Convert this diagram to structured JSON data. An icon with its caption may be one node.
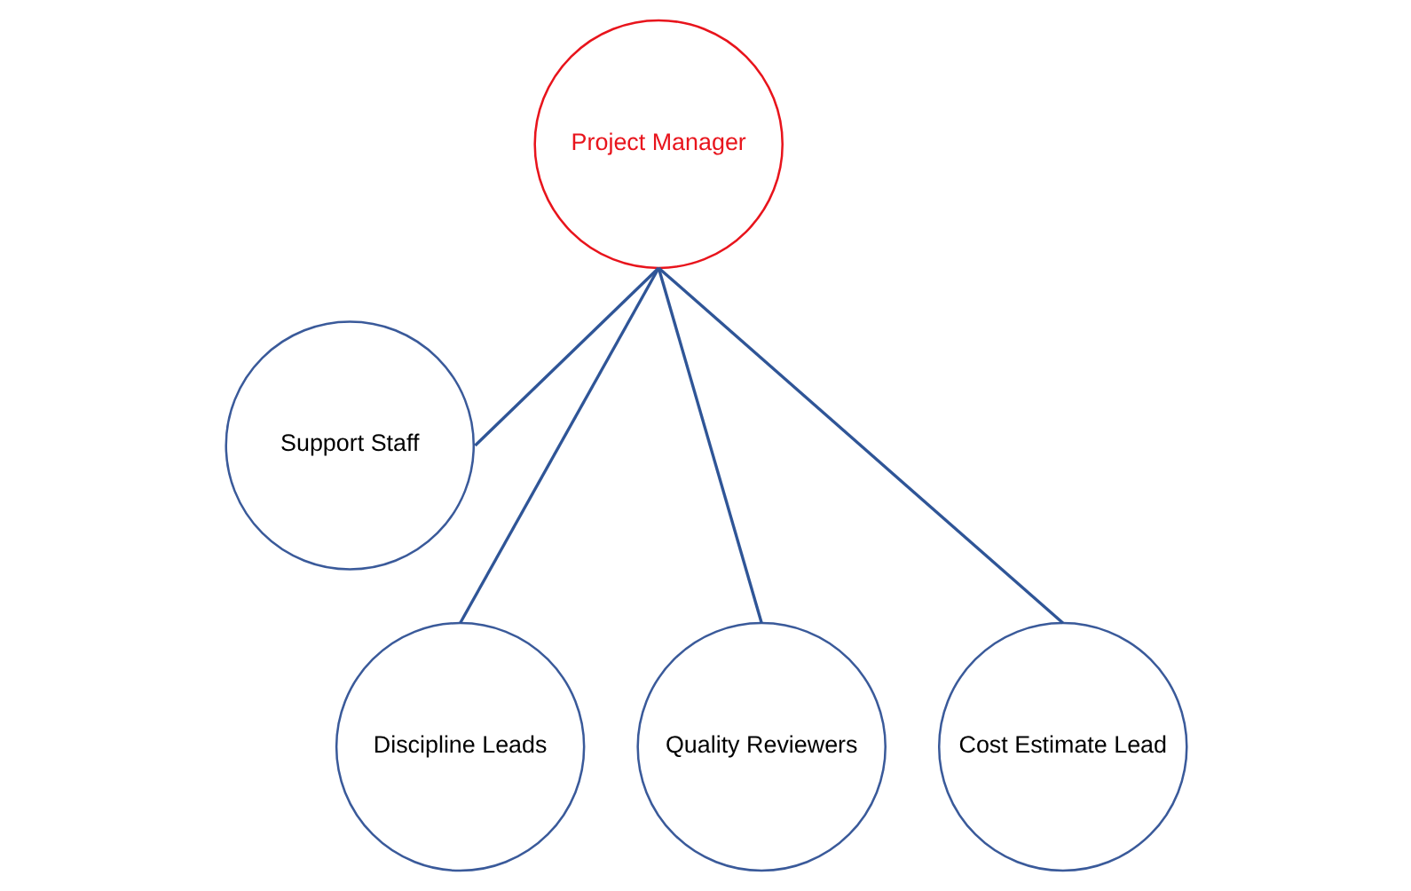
{
  "diagram": {
    "nodes": [
      {
        "text": [
          "Project Manager"
        ]
      },
      {
        "text": [
          "Support Staff"
        ]
      },
      {
        "text": [
          "Discipline Leads"
        ]
      },
      {
        "text": [
          "Quality Reviewers"
        ]
      },
      {
        "text": [
          "Cost Estimate Lead"
        ]
      }
    ],
    "edges": [
      {
        "from": 0,
        "to": 1,
        "arrow": "none"
      },
      {
        "from": 0,
        "to": 2,
        "arrow": "none"
      },
      {
        "from": 0,
        "to": 3,
        "arrow": "none"
      },
      {
        "from": 0,
        "to": 4,
        "arrow": "none"
      }
    ]
  }
}
